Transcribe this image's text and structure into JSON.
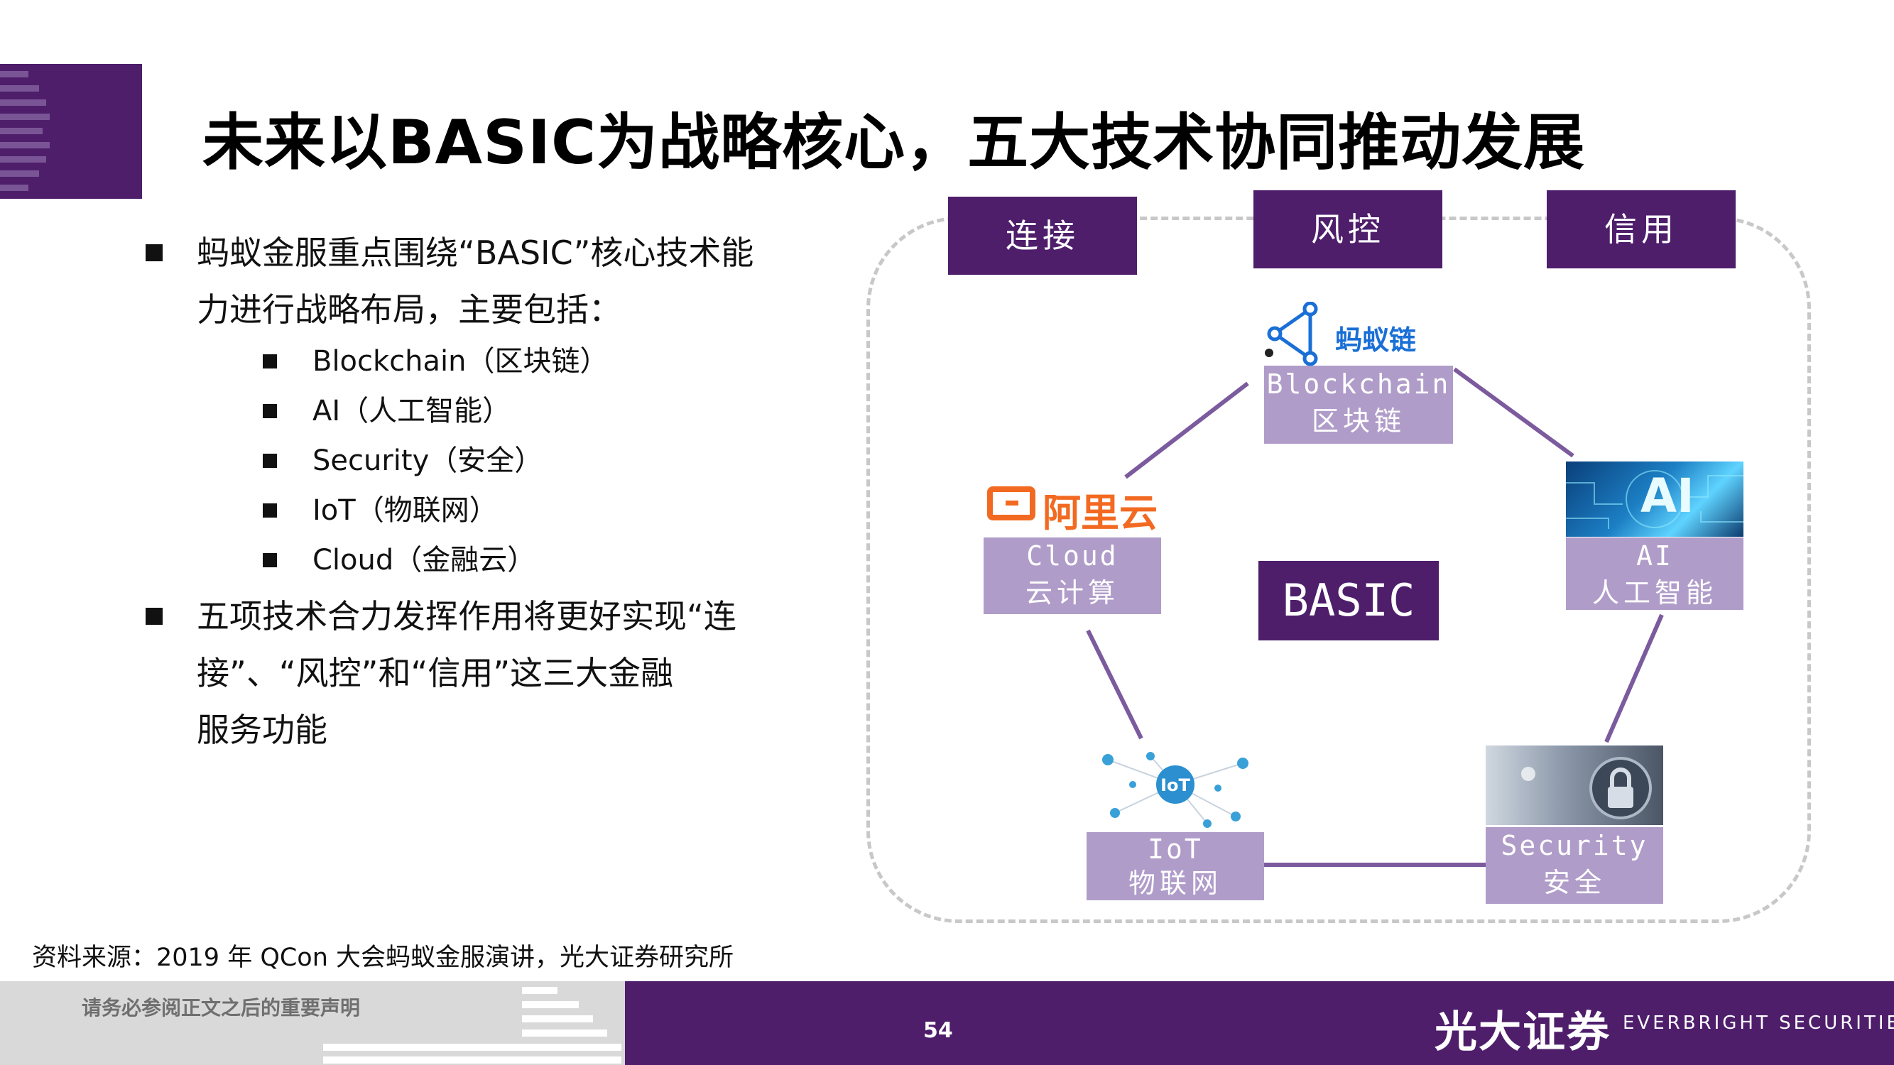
{
  "title": "未来以BASIC为战略核心，五大技术协同推动发展",
  "bullets": {
    "main1_line1": "蚂蚁金服重点围绕“BASIC”核心技术能",
    "main1_line2": "力进行战略布局，主要包括：",
    "subs": [
      "Blockchain（区块链）",
      "AI（人工智能）",
      "Security（安全）",
      "IoT（物联网）",
      "Cloud（金融云）"
    ],
    "main2_line1": "五项技术合力发挥作用将更好实现“连",
    "main2_line2": "接”、“风控”和“信用”这三大金融",
    "main2_line3": "服务功能"
  },
  "diagram": {
    "top_boxes": [
      "连接",
      "风控",
      "信用"
    ],
    "center": "BASIC",
    "nodes": {
      "blockchain": {
        "en": "Blockchain",
        "cn": "区块链"
      },
      "ai": {
        "en": "AI",
        "cn": "人工智能"
      },
      "security": {
        "en": "Security",
        "cn": "安全"
      },
      "iot": {
        "en": "IoT",
        "cn": "物联网"
      },
      "cloud": {
        "en": "Cloud",
        "cn": "云计算"
      }
    },
    "logos": {
      "ant_chain": "蚂蚁链",
      "aliyun": "阿里云",
      "ai_image_text": "AI",
      "iot_badge": "IoT"
    },
    "colors": {
      "purple": "#4e1e6b",
      "node": "#b09cc9",
      "edge": "#7b5a9e",
      "aliyun": "#f26a21",
      "antchain": "#1a6fd6"
    }
  },
  "source": "资料来源：2019 年 QCon 大会蚂蚁金服演讲，光大证券研究所",
  "footer": {
    "disclaimer": "请务必参阅正文之后的重要声明",
    "page": "54",
    "brand_cn": "光大证券",
    "brand_en": "EVERBRIGHT SECURITIES"
  }
}
